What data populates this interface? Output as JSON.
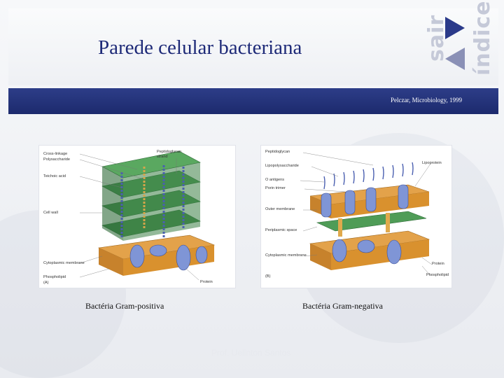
{
  "header": {
    "title": "Parede celular bacteriana",
    "nav": {
      "exit_label": "sair",
      "index_label": "índice"
    }
  },
  "band": {
    "credit": "Pelczar, Microbiology, 1999"
  },
  "figure_a": {
    "caption": "Bactéria Gram-positiva",
    "panel_tag": "(A)",
    "labels_left": [
      "Cross-linkage",
      "Polysaccharide",
      "Teichoic acid",
      "Cell wall",
      "Cytoplasmic membrane",
      "Phospholipid"
    ],
    "labels_top": [
      "Peptidoglycan",
      "strand"
    ],
    "labels_bottom": [
      "Protein"
    ]
  },
  "figure_b": {
    "caption": "Bactéria Gram-negativa",
    "panel_tag": "(B)",
    "labels_left": [
      "Peptidoglycan",
      "Lipopolysaccharide",
      "O antigens",
      "Porin trimer",
      "Outer membrane",
      "Periplasmic space",
      "Cytoplasmic membrane"
    ],
    "labels_right": [
      "Lipoprotein",
      "Protein",
      "Phospholipid"
    ]
  },
  "footer": {
    "author": "Prof. Uelinton Santos"
  },
  "colors": {
    "title": "#1e2a78",
    "band": "#1c2a6d",
    "wall": "#3f8a4a",
    "membrane": "#d9912e",
    "protein": "#7f95d6"
  }
}
